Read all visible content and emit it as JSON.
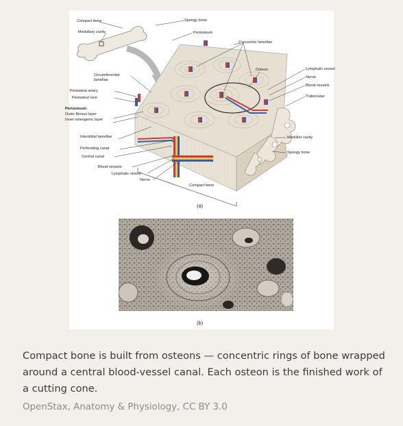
{
  "figure": {
    "panel_a_tag": "(a)",
    "panel_b_tag": "(b)",
    "labels": {
      "compact_bone_top": "Compact bone",
      "medullary_cavity_top": "Medullary cavity",
      "spongy_bone_top": "Spongy bone",
      "periosteum_top": "Periosteum",
      "concentric_lamellae": "Concentric lamellae",
      "osteon": "Osteon",
      "lymphatic_vessel_right": "Lymphatic vessel",
      "nerve_right": "Nerve",
      "blood_vessels_right": "Blood vessels",
      "trabeculae": "Trabeculae",
      "circumferential_lamellae_1": "Circumferential",
      "circumferential_lamellae_2": "lamellae",
      "periosteal_artery": "Periosteal artery",
      "periosteal_vein": "Periosteal vein",
      "periosteum_heading": "Periosteum:",
      "outer_fibrous_layer": "Outer fibrous layer",
      "inner_osteogenic_layer": "Inner osteogenic layer",
      "interstitial_lamellae": "Interstitial lamellae",
      "perforating_canal": "Perforating canal",
      "central_canal": "Central canal",
      "blood_vessels_bottom": "Blood vessels",
      "lymphatic_vessel_bottom": "Lymphatic vessel",
      "nerve_bottom": "Nerve",
      "compact_bone_bottom": "Compact bone",
      "medullar_cavity": "Medullar cavity",
      "spongy_bone_bottom": "Spongy bone"
    }
  },
  "caption": "Compact bone is built from osteons — concentric rings of bone wrapped around a central blood-vessel canal. Each osteon is the finished work of a cutting cone.",
  "credit": "OpenStax, Anatomy & Physiology, CC BY 3.0",
  "colors": {
    "background": "#f3f0ec",
    "artery": "#d63a2f",
    "vein": "#2f5fb5",
    "nerve": "#f2c44a",
    "bone": "#e8e3d6"
  }
}
